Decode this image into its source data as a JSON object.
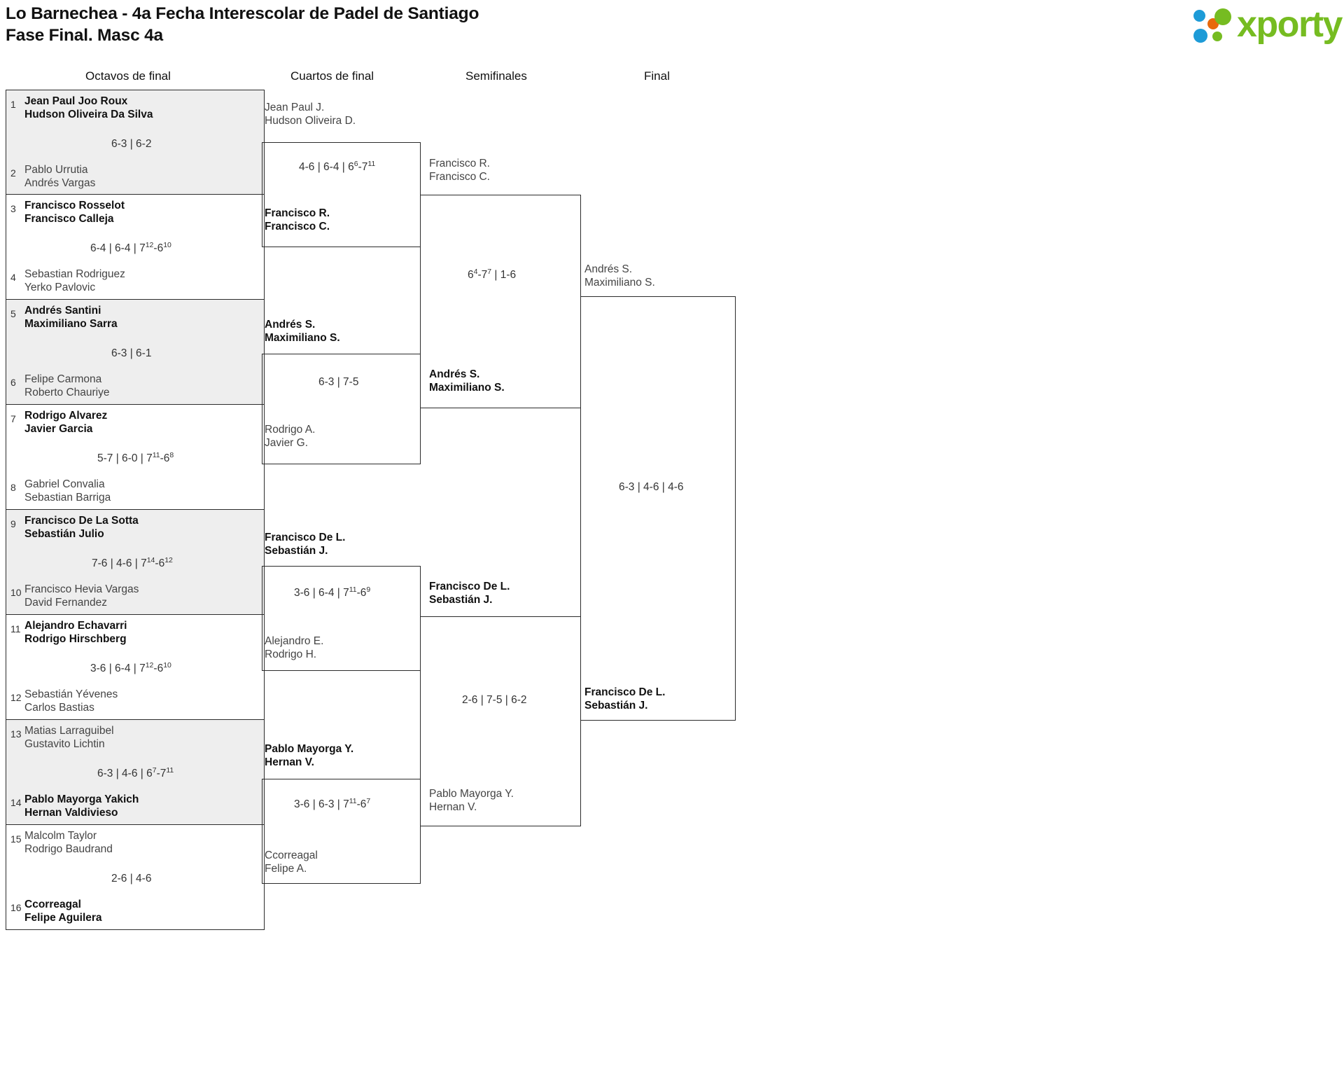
{
  "header": {
    "title_line1": "Lo Barnechea - 4a Fecha Interescolar de Padel de Santiago",
    "title_line2": "Fase Final. Masc 4a",
    "logo_text": "xporty",
    "logo_colors": {
      "blue": "#1d9bd7",
      "orange": "#e8690b",
      "green": "#76bc21"
    }
  },
  "rounds": [
    {
      "label": "Octavos de final"
    },
    {
      "label": "Cuartos de final"
    },
    {
      "label": "Semifinales"
    },
    {
      "label": "Final"
    }
  ],
  "round1": [
    {
      "shaded": true,
      "top": {
        "seed": "1",
        "p1": "Jean Paul Joo Roux",
        "p2": "Hudson Oliveira Da Silva",
        "winner": true
      },
      "bottom": {
        "seed": "2",
        "p1": "Pablo Urrutia",
        "p2": "Andrés Vargas",
        "winner": false
      },
      "score_html": "6-3 | 6-2"
    },
    {
      "shaded": false,
      "top": {
        "seed": "3",
        "p1": "Francisco Rosselot",
        "p2": "Francisco Calleja",
        "winner": true
      },
      "bottom": {
        "seed": "4",
        "p1": "Sebastian Rodriguez",
        "p2": "Yerko Pavlovic",
        "winner": false
      },
      "score_html": "6-4 | 6-4 | 7<sup>12</sup>-6<sup>10</sup>"
    },
    {
      "shaded": true,
      "top": {
        "seed": "5",
        "p1": "Andrés Santini",
        "p2": "Maximiliano Sarra",
        "winner": true
      },
      "bottom": {
        "seed": "6",
        "p1": "Felipe Carmona",
        "p2": "Roberto Chauriye",
        "winner": false
      },
      "score_html": "6-3 | 6-1"
    },
    {
      "shaded": false,
      "top": {
        "seed": "7",
        "p1": "Rodrigo Alvarez",
        "p2": "Javier Garcia",
        "winner": true
      },
      "bottom": {
        "seed": "8",
        "p1": "Gabriel Convalia",
        "p2": "Sebastian Barriga",
        "winner": false
      },
      "score_html": "5-7 | 6-0 | 7<sup>11</sup>-6<sup>8</sup>"
    },
    {
      "shaded": true,
      "top": {
        "seed": "9",
        "p1": "Francisco De La Sotta",
        "p2": "Sebastián Julio",
        "winner": true
      },
      "bottom": {
        "seed": "10",
        "p1": "Francisco Hevia Vargas",
        "p2": "David Fernandez",
        "winner": false
      },
      "score_html": "7-6 | 4-6 | 7<sup>14</sup>-6<sup>12</sup>"
    },
    {
      "shaded": false,
      "top": {
        "seed": "11",
        "p1": "Alejandro Echavarri",
        "p2": "Rodrigo Hirschberg",
        "winner": true
      },
      "bottom": {
        "seed": "12",
        "p1": "Sebastián Yévenes",
        "p2": "Carlos Bastias",
        "winner": false
      },
      "score_html": "3-6 | 6-4 | 7<sup>12</sup>-6<sup>10</sup>"
    },
    {
      "shaded": true,
      "top": {
        "seed": "13",
        "p1": "Matias Larraguibel",
        "p2": "Gustavito Lichtin",
        "winner": false
      },
      "bottom": {
        "seed": "14",
        "p1": "Pablo Mayorga Yakich",
        "p2": "Hernan Valdivieso",
        "winner": true
      },
      "score_html": "6-3 | 4-6 | 6<sup>7</sup>-7<sup>11</sup>"
    },
    {
      "shaded": false,
      "top": {
        "seed": "15",
        "p1": "Malcolm Taylor",
        "p2": "Rodrigo Baudrand",
        "winner": false
      },
      "bottom": {
        "seed": "16",
        "p1": "Ccorreagal",
        "p2": "Felipe Aguilera",
        "winner": true
      },
      "score_html": "2-6 | 4-6"
    }
  ],
  "round2": [
    {
      "top": {
        "p1": "Jean Paul J.",
        "p2": "Hudson Oliveira D.",
        "winner": false
      },
      "bottom": {
        "p1": "Francisco R.",
        "p2": "Francisco C.",
        "winner": true
      },
      "score_html": "4-6 | 6-4 | 6<sup>6</sup>-7<sup>11</sup>"
    },
    {
      "top": {
        "p1": "Andrés S.",
        "p2": "Maximiliano S.",
        "winner": true
      },
      "bottom": {
        "p1": "Rodrigo A.",
        "p2": "Javier G.",
        "winner": false
      },
      "score_html": "6-3 | 7-5"
    },
    {
      "top": {
        "p1": "Francisco De L.",
        "p2": "Sebastián J.",
        "winner": true
      },
      "bottom": {
        "p1": "Alejandro E.",
        "p2": "Rodrigo H.",
        "winner": false
      },
      "score_html": "3-6 | 6-4 | 7<sup>11</sup>-6<sup>9</sup>"
    },
    {
      "top": {
        "p1": "Pablo Mayorga Y.",
        "p2": "Hernan V.",
        "winner": true
      },
      "bottom": {
        "p1": "Ccorreagal",
        "p2": "Felipe A.",
        "winner": false
      },
      "score_html": "3-6 | 6-3 | 7<sup>11</sup>-6<sup>7</sup>"
    }
  ],
  "round3": [
    {
      "top": {
        "p1": "Francisco R.",
        "p2": "Francisco C.",
        "winner": false
      },
      "bottom": {
        "p1": "Andrés S.",
        "p2": "Maximiliano S.",
        "winner": true
      },
      "score_html": "6<sup>4</sup>-7<sup>7</sup> | 1-6"
    },
    {
      "top": {
        "p1": "Francisco De L.",
        "p2": "Sebastián J.",
        "winner": true
      },
      "bottom": {
        "p1": "Pablo Mayorga Y.",
        "p2": "Hernan V.",
        "winner": false
      }
    }
  ],
  "round3_score2_html": "2-6 | 7-5 | 6-2",
  "round4": [
    {
      "top": {
        "p1": "Andrés S.",
        "p2": "Maximiliano S.",
        "winner": false
      },
      "bottom": {
        "p1": "Francisco De L.",
        "p2": "Sebastián J.",
        "winner": true
      },
      "score_html": "6-3 | 4-6 | 4-6"
    }
  ]
}
